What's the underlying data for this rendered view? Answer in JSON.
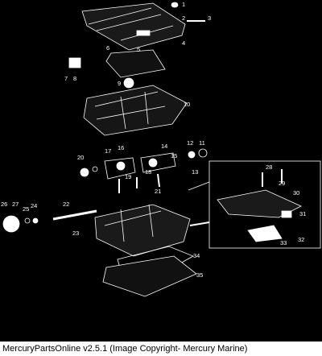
{
  "footer": {
    "caption": "MercuryPartsOnline v2.5.1 (Image Copyright- Mercury Marine)"
  },
  "colors": {
    "background": "#000000",
    "line": "#ffffff",
    "footer_bg": "#ffffff",
    "footer_text": "#000000"
  },
  "callouts": [
    "1",
    "2",
    "3",
    "4",
    "5",
    "6",
    "7",
    "8",
    "9",
    "10",
    "11",
    "12",
    "13",
    "14",
    "15",
    "16",
    "17",
    "18",
    "19",
    "20",
    "21",
    "22",
    "23",
    "24",
    "25",
    "26",
    "27",
    "28",
    "29",
    "30",
    "31",
    "32",
    "33",
    "34",
    "35"
  ]
}
